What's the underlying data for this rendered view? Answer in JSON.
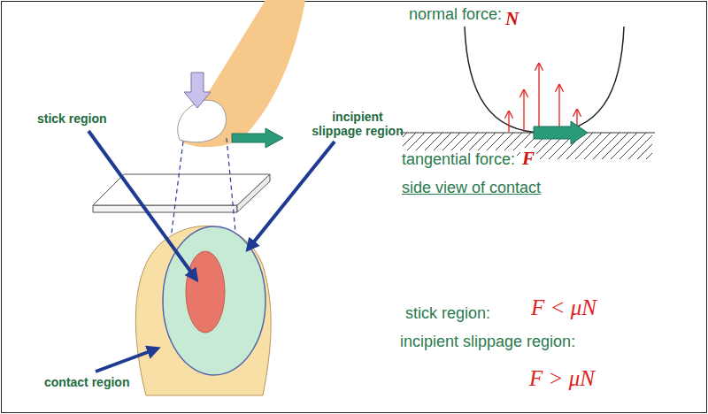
{
  "diagram": {
    "labels": [
      "stick region",
      "incipient slippage region",
      "contact region",
      "normal force:",
      "N",
      "tangential force:",
      "F",
      "side view of contact",
      "stick region:",
      "F < μN",
      "incipient slippage region:",
      "F > μN"
    ]
  }
}
